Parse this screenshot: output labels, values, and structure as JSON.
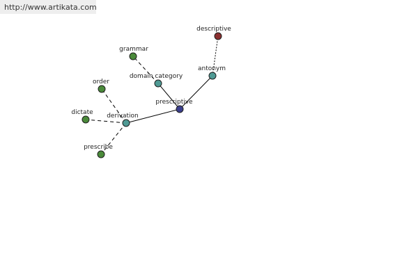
{
  "header": {
    "source_url": "http://www.artikata.com"
  },
  "colors": {
    "center": "#3b3f8c",
    "relation": "#4f9a94",
    "leaf": "#4a8a3a",
    "antonym_leaf": "#8b3030"
  },
  "graph": {
    "center": {
      "id": "prescriptive",
      "label": "prescriptive",
      "color_key": "center"
    },
    "nodes": [
      {
        "id": "derivation",
        "label": "derivation",
        "color_key": "relation"
      },
      {
        "id": "domain-category",
        "label": "domain category",
        "color_key": "relation"
      },
      {
        "id": "antonym",
        "label": "antonym",
        "color_key": "relation"
      },
      {
        "id": "grammar",
        "label": "grammar",
        "color_key": "leaf"
      },
      {
        "id": "order",
        "label": "order",
        "color_key": "leaf"
      },
      {
        "id": "dictate",
        "label": "dictate",
        "color_key": "leaf"
      },
      {
        "id": "prescribe",
        "label": "prescribe",
        "color_key": "leaf"
      },
      {
        "id": "descriptive",
        "label": "descriptive",
        "color_key": "antonym_leaf"
      }
    ],
    "edges": [
      {
        "from": "prescriptive",
        "to": "derivation",
        "style": "solid"
      },
      {
        "from": "prescriptive",
        "to": "domain-category",
        "style": "solid"
      },
      {
        "from": "prescriptive",
        "to": "antonym",
        "style": "solid"
      },
      {
        "from": "derivation",
        "to": "order",
        "style": "dash"
      },
      {
        "from": "derivation",
        "to": "dictate",
        "style": "dash"
      },
      {
        "from": "derivation",
        "to": "prescribe",
        "style": "dash"
      },
      {
        "from": "domain-category",
        "to": "grammar",
        "style": "dash"
      },
      {
        "from": "antonym",
        "to": "descriptive",
        "style": "dot"
      }
    ]
  }
}
